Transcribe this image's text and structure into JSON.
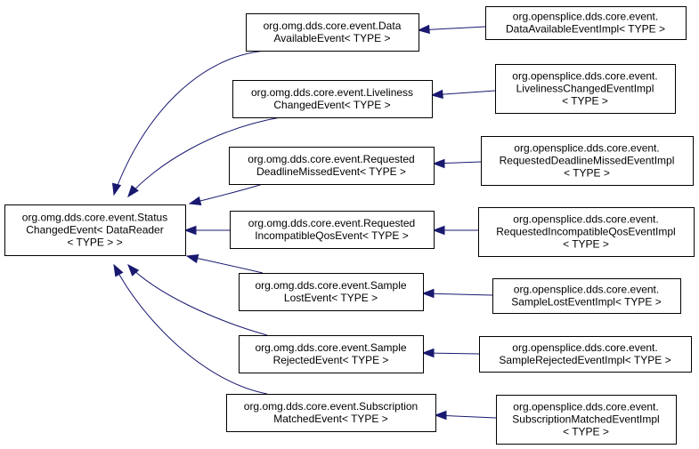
{
  "colors": {
    "edge": "#191970",
    "node_border": "#000000",
    "background": "#ffffff"
  },
  "diagram": {
    "nodes": [
      {
        "id": "status",
        "lines": [
          "org.omg.dds.core.event.Status",
          "ChangedEvent< DataReader",
          "< TYPE > >"
        ]
      },
      {
        "id": "data_available",
        "lines": [
          "org.omg.dds.core.event.Data",
          "AvailableEvent< TYPE >"
        ]
      },
      {
        "id": "liveliness",
        "lines": [
          "org.omg.dds.core.event.Liveliness",
          "ChangedEvent< TYPE >"
        ]
      },
      {
        "id": "deadline",
        "lines": [
          "org.omg.dds.core.event.Requested",
          "DeadlineMissedEvent< TYPE >"
        ]
      },
      {
        "id": "incompatible",
        "lines": [
          "org.omg.dds.core.event.Requested",
          "IncompatibleQosEvent< TYPE >"
        ]
      },
      {
        "id": "sample_lost",
        "lines": [
          "org.omg.dds.core.event.Sample",
          "LostEvent< TYPE >"
        ]
      },
      {
        "id": "sample_rejected",
        "lines": [
          "org.omg.dds.core.event.Sample",
          "RejectedEvent< TYPE >"
        ]
      },
      {
        "id": "subscription",
        "lines": [
          "org.omg.dds.core.event.Subscription",
          "MatchedEvent< TYPE >"
        ]
      },
      {
        "id": "data_available_impl",
        "lines": [
          "org.opensplice.dds.core.event.",
          "DataAvailableEventImpl< TYPE >"
        ]
      },
      {
        "id": "liveliness_impl",
        "lines": [
          "org.opensplice.dds.core.event.",
          "LivelinessChangedEventImpl",
          "< TYPE >"
        ]
      },
      {
        "id": "deadline_impl",
        "lines": [
          "org.opensplice.dds.core.event.",
          "RequestedDeadlineMissedEventImpl",
          "< TYPE >"
        ]
      },
      {
        "id": "incompatible_impl",
        "lines": [
          "org.opensplice.dds.core.event.",
          "RequestedIncompatibleQosEventImpl",
          "< TYPE >"
        ]
      },
      {
        "id": "sample_lost_impl",
        "lines": [
          "org.opensplice.dds.core.event.",
          "SampleLostEventImpl< TYPE >"
        ]
      },
      {
        "id": "sample_rejected_impl",
        "lines": [
          "org.opensplice.dds.core.event.",
          "SampleRejectedEventImpl< TYPE >"
        ]
      },
      {
        "id": "subscription_impl",
        "lines": [
          "org.opensplice.dds.core.event.",
          "SubscriptionMatchedEventImpl",
          "< TYPE >"
        ]
      }
    ],
    "edges": [
      {
        "from": "data_available",
        "to": "status"
      },
      {
        "from": "liveliness",
        "to": "status"
      },
      {
        "from": "deadline",
        "to": "status"
      },
      {
        "from": "incompatible",
        "to": "status"
      },
      {
        "from": "sample_lost",
        "to": "status"
      },
      {
        "from": "sample_rejected",
        "to": "status"
      },
      {
        "from": "subscription",
        "to": "status"
      },
      {
        "from": "data_available_impl",
        "to": "data_available"
      },
      {
        "from": "liveliness_impl",
        "to": "liveliness"
      },
      {
        "from": "deadline_impl",
        "to": "deadline"
      },
      {
        "from": "incompatible_impl",
        "to": "incompatible"
      },
      {
        "from": "sample_lost_impl",
        "to": "sample_lost"
      },
      {
        "from": "sample_rejected_impl",
        "to": "sample_rejected"
      },
      {
        "from": "subscription_impl",
        "to": "subscription"
      }
    ]
  }
}
